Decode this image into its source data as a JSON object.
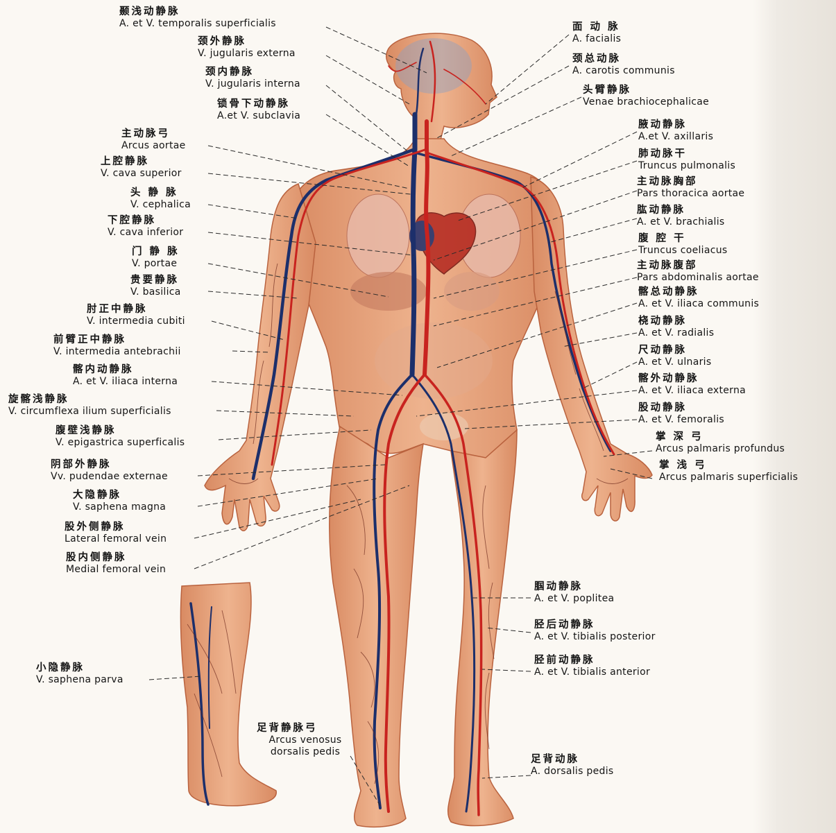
{
  "labels": {
    "left": [
      {
        "zh": "颞浅动静脉",
        "la": "A. et V. temporalis superficialis"
      },
      {
        "zh": "颈外静脉",
        "la": "V. jugularis externa"
      },
      {
        "zh": "颈内静脉",
        "la": "V. jugularis interna"
      },
      {
        "zh": "锁骨下动静脉",
        "la": "A.et V. subclavia"
      },
      {
        "zh": "主动脉弓",
        "la": "Arcus aortae"
      },
      {
        "zh": "上腔静脉",
        "la": "V. cava superior"
      },
      {
        "zh": "头 静 脉",
        "la": "V. cephalica"
      },
      {
        "zh": "下腔静脉",
        "la": "V. cava inferior"
      },
      {
        "zh": "门 静 脉",
        "la": "V. portae"
      },
      {
        "zh": "贵要静脉",
        "la": "V. basilica"
      },
      {
        "zh": "肘正中静脉",
        "la": "V. intermedia cubiti"
      },
      {
        "zh": "前臂正中静脉",
        "la": "V. intermedia antebrachii"
      },
      {
        "zh": "髂内动静脉",
        "la": "A. et V. iliaca interna"
      },
      {
        "zh": "旋髂浅静脉",
        "la": "V. circumflexa ilium superficialis"
      },
      {
        "zh": "腹壁浅静脉",
        "la": "V. epigastrica superficalis"
      },
      {
        "zh": "阴部外静脉",
        "la": "Vv. pudendae externae"
      },
      {
        "zh": "大隐静脉",
        "la": "V. saphena magna"
      },
      {
        "zh": "股外侧静脉",
        "la": "Lateral femoral vein"
      },
      {
        "zh": "股内侧静脉",
        "la": "Medial femoral vein"
      },
      {
        "zh": "小隐静脉",
        "la": "V. saphena parva"
      }
    ],
    "right": [
      {
        "zh": "面 动 脉",
        "la": "A. facialis"
      },
      {
        "zh": "颈总动脉",
        "la": "A. carotis communis"
      },
      {
        "zh": "头臂静脉",
        "la": "Venae brachiocephalicae"
      },
      {
        "zh": "腋动静脉",
        "la": "A.et V. axillaris"
      },
      {
        "zh": "肺动脉干",
        "la": "Truncus pulmonalis"
      },
      {
        "zh": "主动脉胸部",
        "la": "Pars thoracica aortae"
      },
      {
        "zh": "肱动静脉",
        "la": "A. et V. brachialis"
      },
      {
        "zh": "腹 腔 干",
        "la": "Truncus coeliacus"
      },
      {
        "zh": "主动脉腹部",
        "la": "Pars abdominalis aortae"
      },
      {
        "zh": "髂总动静脉",
        "la": "A. et V. iliaca communis"
      },
      {
        "zh": "桡动静脉",
        "la": "A. et V. radialis"
      },
      {
        "zh": "尺动静脉",
        "la": "A. et V. ulnaris"
      },
      {
        "zh": "髂外动静脉",
        "la": "A. et V. iliaca externa"
      },
      {
        "zh": "股动静脉",
        "la": "A. et V. femoralis"
      },
      {
        "zh": "掌 深 弓",
        "la": "Arcus palmaris profundus"
      },
      {
        "zh": "掌 浅 弓",
        "la": "Arcus palmaris superficialis"
      },
      {
        "zh": "腘动静脉",
        "la": "A. et V. poplitea"
      },
      {
        "zh": "胫后动静脉",
        "la": "A. et V. tibialis posterior"
      },
      {
        "zh": "胫前动静脉",
        "la": "A. et V. tibialis anterior"
      },
      {
        "zh": "足背动脉",
        "la": "A. dorsalis pedis"
      }
    ],
    "bottom": [
      {
        "zh": "足背静脉弓",
        "la": "Arcus venosus dorsalis pedis"
      }
    ]
  },
  "colors": {
    "skin": "#e9a57e",
    "skin_shadow": "#c9714d",
    "artery": "#c8231f",
    "vein": "#1c2f6b",
    "background": "#fbf8f3",
    "leader_line": "#2a2a2a"
  }
}
